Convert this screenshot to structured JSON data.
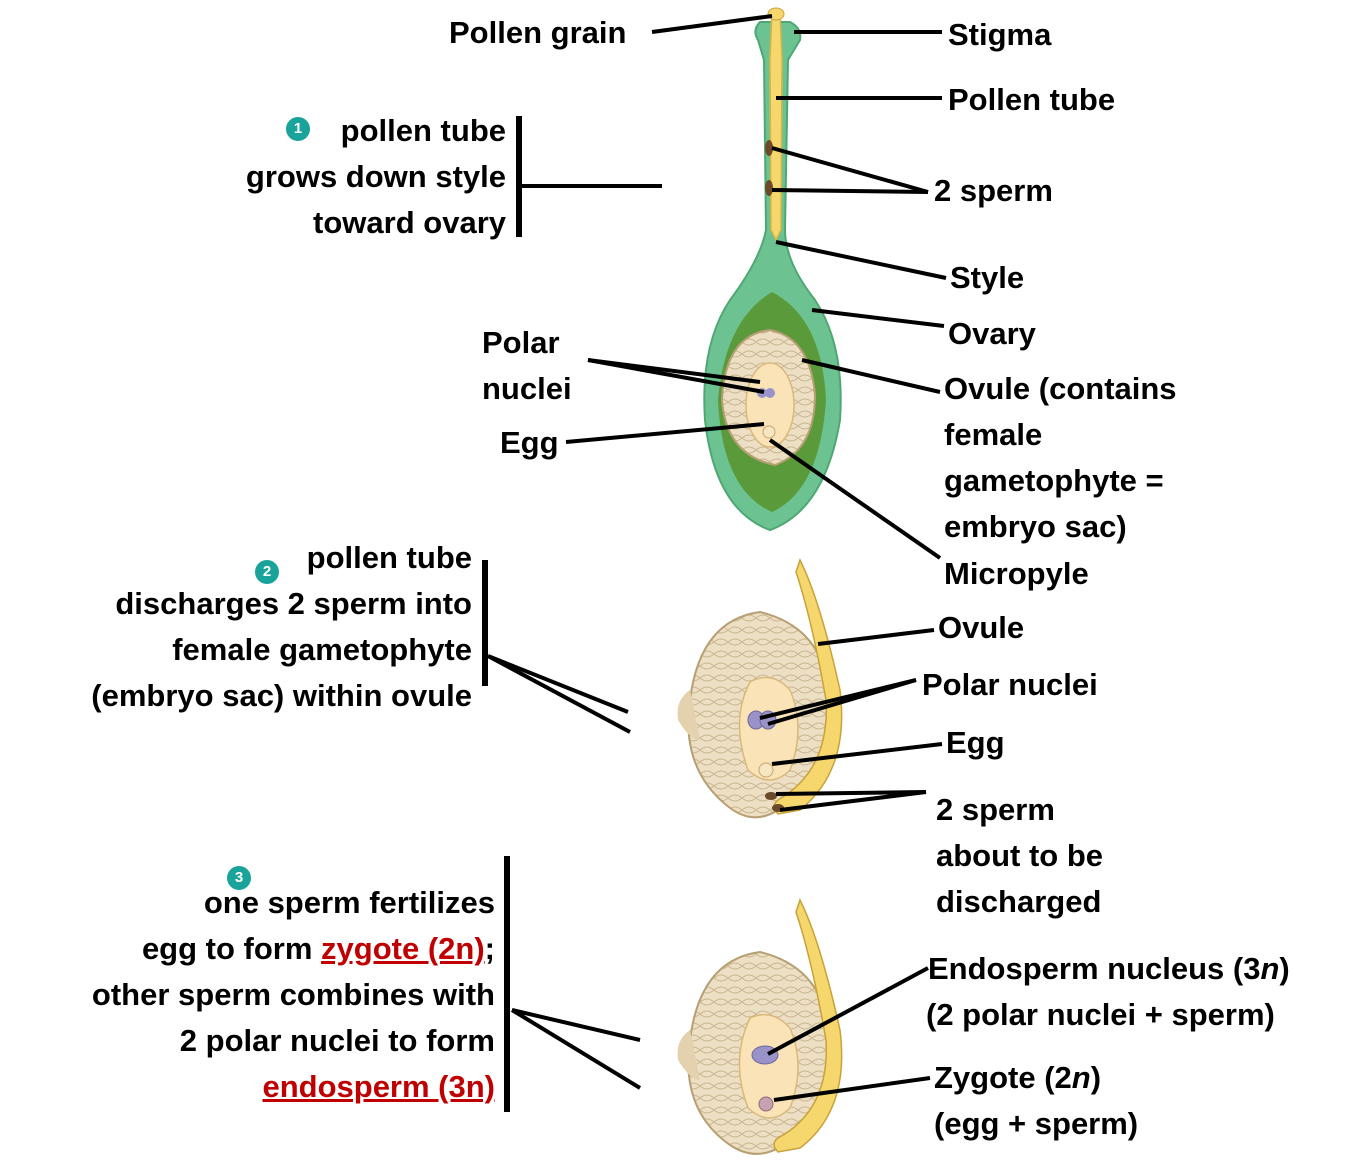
{
  "figure": {
    "top_labels": {
      "pollen_grain": "Pollen grain",
      "stigma": "Stigma",
      "pollen_tube": "Pollen tube",
      "two_sperm": "2 sperm",
      "style": "Style",
      "ovary": "Ovary",
      "ovule_contains": [
        "Ovule (contains",
        "female",
        "gametophyte =",
        "embryo sac)"
      ],
      "micropyle": "Micropyle",
      "polar_nuclei": [
        "Polar",
        "nuclei"
      ],
      "egg": "Egg"
    },
    "middle_labels": {
      "ovule": "Ovule",
      "polar_nuclei": "Polar nuclei",
      "egg": "Egg",
      "sperm_discharge": [
        "2 sperm",
        "about to be",
        "discharged"
      ]
    },
    "bottom_labels": {
      "endosperm_nucleus": [
        "Endosperm nucleus (3",
        "n",
        ")"
      ],
      "endosperm_sub": "(2 polar nuclei + sperm)",
      "zygote": [
        "Zygote (2",
        "n",
        ")"
      ],
      "zygote_sub": "(egg + sperm)"
    },
    "steps": [
      {
        "number": "1",
        "lines": [
          "pollen tube",
          "grows down style",
          "toward ovary"
        ]
      },
      {
        "number": "2",
        "lines": [
          "pollen tube",
          "discharges 2 sperm into",
          "female gametophyte",
          "(embryo sac) within ovule"
        ]
      },
      {
        "number": "3",
        "line1": "one sperm fertilizes",
        "line2_pre": "egg to form ",
        "line2_link": "zygote (2n)",
        "line2_post": ";",
        "line3": "other sperm combines with",
        "line4": "2 polar nuclei to form",
        "line5_link": "endosperm (3n)"
      }
    ],
    "colors": {
      "style_green": "#6cc391",
      "ovary_dark_green": "#5a9a3a",
      "pollen_tube_yellow": "#f5d76e",
      "ovule_tan": "#e9dcc0",
      "embryo_sac": "#fbe3b8",
      "nuclei_purple": "#9a93c9",
      "step_teal": "#1aa39a",
      "key_term_red": "#c00000"
    }
  }
}
